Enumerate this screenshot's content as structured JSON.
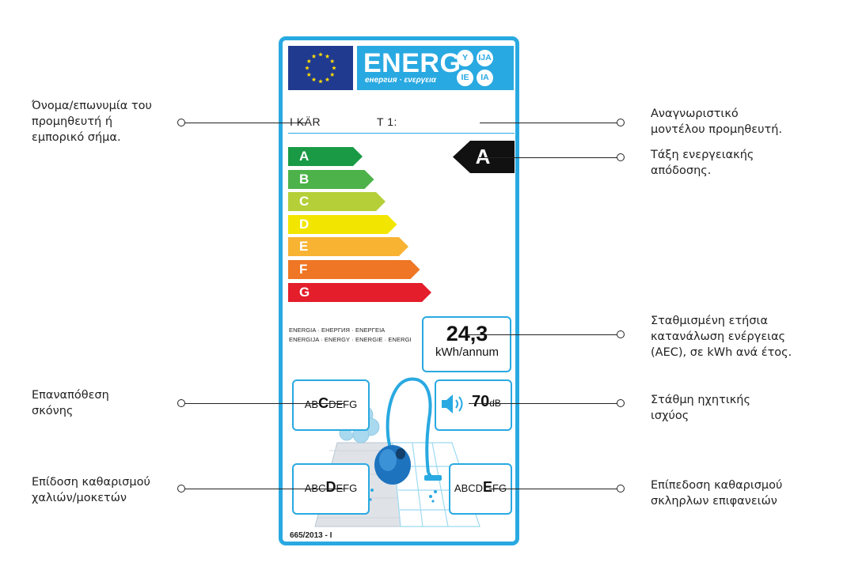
{
  "label": {
    "energ_title": "ENERG",
    "energ_sub": "енергия · ενεργεια",
    "lang_circles": [
      "Y",
      "IJA",
      "IE",
      "IA"
    ],
    "supplier_name": "I KÄR",
    "model_id": "T 1:",
    "energy_classes": [
      "A",
      "B",
      "C",
      "D",
      "E",
      "F",
      "G"
    ],
    "class_colors": [
      "#1a9a45",
      "#4db24a",
      "#b5cf38",
      "#f2e600",
      "#f8b333",
      "#ee7624",
      "#e41e2b"
    ],
    "selected_class": "A",
    "languages_line1": "ENERGIA · ЕНЕРГИЯ · ΕΝΕΡΓΕΙΑ",
    "languages_line2": "ENERGIJA · ENERGY · ENERGIE · ENERGI",
    "aec_value": "24,3",
    "aec_unit": "kWh/annum",
    "dust_scale": [
      "A",
      "B",
      "C",
      "D",
      "E",
      "F",
      "G"
    ],
    "dust_class": "C",
    "noise_value": "70",
    "noise_unit": "dB",
    "carpet_scale": [
      "A",
      "B",
      "C",
      "D",
      "E",
      "F",
      "G"
    ],
    "carpet_class": "D",
    "hard_floor_scale": [
      "A",
      "B",
      "C",
      "D",
      "E",
      "F",
      "G"
    ],
    "hard_floor_class": "E",
    "regulation": "665/2013 - I",
    "accent_color": "#29a9e1"
  },
  "callouts": {
    "supplier": [
      "Όνομα/επωνυμία του",
      "προμηθευτή ή",
      "εμπορικό σήμα."
    ],
    "model": [
      "Αναγνωριστικό",
      "μοντέλου προμηθευτή."
    ],
    "energy_class": [
      "Τάξη ενεργειακής",
      "απόδοσης."
    ],
    "aec": [
      "Σταθμισμένη ετήσια",
      "κατανάλωση ενέργειας",
      "(AEC), σε kWh ανά έτος."
    ],
    "dust": [
      "Επαναπόθεση",
      "σκόνης"
    ],
    "noise": [
      "Στάθμη ηχητικής",
      "ισχύος"
    ],
    "carpet": [
      "Επίδοση καθαρισμού",
      "χαλιών/μοκετών"
    ],
    "hard_floor": [
      "Επίπεδοση καθαρισμού",
      "σκληρλων επιφανειών"
    ]
  }
}
